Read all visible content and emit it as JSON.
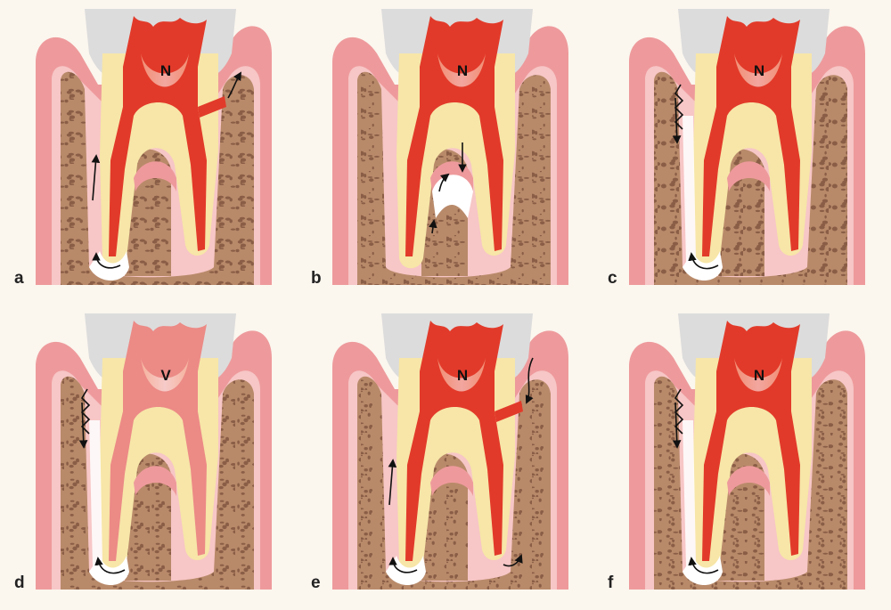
{
  "panels": [
    {
      "label": "a",
      "pulp_letter": "N",
      "pulp_state": "necrotic",
      "lesion": "lateral-canal-and-apical-drainage",
      "arrows": "drainage-up-from-apex-and-out-lateral-canal"
    },
    {
      "label": "b",
      "pulp_letter": "N",
      "pulp_state": "necrotic",
      "lesion": "furcation-via-accessory-canal",
      "arrows": "down-into-furcation-and-up-beside-root"
    },
    {
      "label": "c",
      "pulp_letter": "N",
      "pulp_state": "necrotic",
      "lesion": "periodontal-pocket-to-apex",
      "arrows": "down-along-root-to-apex"
    },
    {
      "label": "d",
      "pulp_letter": "V",
      "pulp_state": "vital",
      "lesion": "primary-periodontal-deep-pocket",
      "arrows": "down-along-root-to-apex"
    },
    {
      "label": "e",
      "pulp_letter": "N",
      "pulp_state": "necrotic",
      "lesion": "combined-lateral-canal-and-periapical",
      "arrows": "down-to-lateral-canal-and-up-from-apex"
    },
    {
      "label": "f",
      "pulp_letter": "N",
      "pulp_state": "necrotic",
      "lesion": "true-combined-lesion",
      "arrows": "down-pocket-and-around-apex"
    }
  ],
  "colors": {
    "background": "#fbf6ee",
    "gingiva": "#ee9a9c",
    "gingiva_light": "#f7c6c6",
    "bone": "#b98a6a",
    "bone_pores": "#8a5e46",
    "dentin": "#f7e6a8",
    "enamel_crown": "#dcdcdc",
    "pulp_necrotic": "#e23a2a",
    "pulp_vital": "#ec8a86",
    "lesion": "#ffffff",
    "arrow": "#111111"
  }
}
